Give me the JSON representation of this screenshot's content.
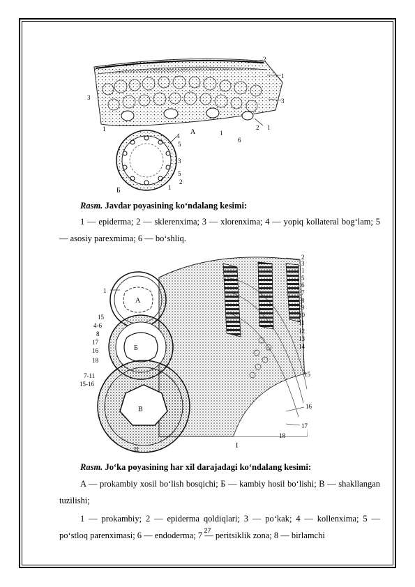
{
  "figure1": {
    "labels": {
      "l1": "1",
      "l2": "2",
      "l3": "3",
      "l3b": "3",
      "l1b": "1",
      "l2b": "2",
      "lA": "A",
      "l1c": "1",
      "l6": "6",
      "l1d": "1",
      "l4": "4",
      "l5": "5",
      "l3c": "3",
      "l5b": "5",
      "lB": "Б",
      "l1e": "1",
      "l2c": "2"
    },
    "caption_prefix": "Rasm.",
    "caption_title": "Javdar poyasining ko‘ndalang kesimi:"
  },
  "para1": "1 — epiderma; 2 — sklerenxima; 3 — xlorenxima; 4 — yopiq kollateral bog‘lam; 5 — asosiy parexmima; 6 — bo‘shliq.",
  "figure2": {
    "labels": {
      "n1": "1",
      "nA": "A",
      "n15": "15",
      "n46": "4-6",
      "n8": "8",
      "n17": "17",
      "n16": "16",
      "n18": "18",
      "nB": "Б",
      "n711": "7-11",
      "n1516": "15-16",
      "nV": "B",
      "nII": "II",
      "nI": "I",
      "r2": "2",
      "r3": "3",
      "r1": "1",
      "r5": "5",
      "r6": "6",
      "r7": "7",
      "r8": "8",
      "r9": "9",
      "r10": "10",
      "r11": "11",
      "r12": "12",
      "r13": "13",
      "r14": "14",
      "r15": "15",
      "r16": "16",
      "r17": "17",
      "r18": "18"
    },
    "caption_prefix": "Rasm.",
    "caption_title": "Jo‘ka poyasining har xil darajadagi ko‘ndalang kesimi:"
  },
  "para2": "A — prokambiy xosil bo‘lish bosqichi; Б — kambiy hosil bo‘lishi; B — shakllangan tuzilishi;",
  "para3": "1 — prokambiy; 2 — epiderma qoldiqlari; 3 — po‘kak; 4 — kollenxima; 5 — po‘stloq parenximasi; 6 — endoderma; 7 — peritsiklik zona; 8 — birlamchi",
  "page_number": "27"
}
